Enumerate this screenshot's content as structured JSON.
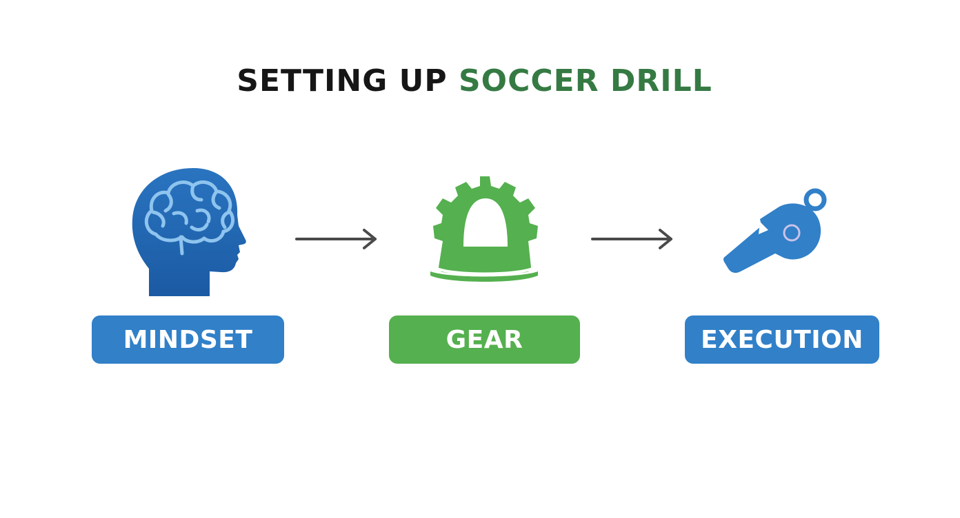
{
  "title": {
    "part1": "SETTING UP",
    "part2": "SOCCER DRILL"
  },
  "steps": [
    {
      "label": "MINDSET",
      "icon": "brain-head-icon",
      "color": "#3180c8"
    },
    {
      "label": "GEAR",
      "icon": "gear-helmet-icon",
      "color": "#55b04f"
    },
    {
      "label": "EXECUTION",
      "icon": "whistle-icon",
      "color": "#3180c8"
    }
  ],
  "colors": {
    "title_dark": "#161616",
    "title_green": "#357a43",
    "blue_dark": "#1f5fa6",
    "blue": "#3180c8",
    "blue_light": "#8ec4ee",
    "green": "#55b04f",
    "arrow": "#4a4a4a"
  }
}
